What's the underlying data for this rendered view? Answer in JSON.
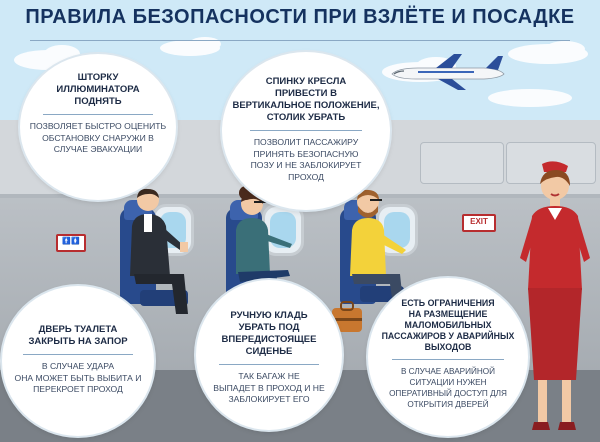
{
  "page": {
    "title": "ПРАВИЛА БЕЗОПАСНОСТИ ПРИ ВЗЛЁТЕ И ПОСАДКЕ",
    "colors": {
      "bg_sky": "#cfe9f7",
      "cabin": "#a9afb5",
      "floor": "#6f757c",
      "seat": "#284a8c",
      "accent_red": "#c42a2d",
      "title": "#15325f"
    }
  },
  "signs": {
    "exit": "EXIT",
    "toilet": "🚹🚺"
  },
  "bubbles": [
    {
      "id": "window-shade",
      "head": "ШТОРКУ\nИЛЛЮМИНАТОРА\nПОДНЯТЬ",
      "body": "ПОЗВОЛЯЕТ БЫСТРО ОЦЕНИТЬ\nОБСТАНОВКУ СНАРУЖИ В\nСЛУЧАЕ ЭВАКУАЦИИ"
    },
    {
      "id": "seat-back",
      "head": "СПИНКУ КРЕСЛА\nПРИВЕСТИ В\nВЕРТИКАЛЬНОЕ ПОЛОЖЕНИЕ,\nСТОЛИК УБРАТЬ",
      "body": "ПОЗВОЛИТ ПАССАЖИРУ\nПРИНЯТЬ БЕЗОПАСНУЮ\nПОЗУ И НЕ ЗАБЛОКИРУЕТ\nПРОХОД"
    },
    {
      "id": "toilet-door",
      "head": "ДВЕРЬ ТУАЛЕТА\nЗАКРЫТЬ НА ЗАПОР",
      "body": "В СЛУЧАЕ УДАРА\nОНА МОЖЕТ БЫТЬ ВЫБИТА И\nПЕРЕКРОЕТ ПРОХОД"
    },
    {
      "id": "hand-luggage",
      "head": "РУЧНУЮ КЛАДЬ\nУБРАТЬ ПОД\nВПЕРЕДИСТОЯЩЕЕ\nСИДЕНЬЕ",
      "body": "ТАК БАГАЖ НЕ\nВЫПАДЕТ В ПРОХОД И НЕ\nЗАБЛОКИРУЕТ ЕГО"
    },
    {
      "id": "exit-rows",
      "head": "ЕСТЬ ОГРАНИЧЕНИЯ\nНА РАЗМЕЩЕНИЕ\nМАЛОМОБИЛЬНЫХ\nПАССАЖИРОВ У АВАРИЙНЫХ\nВЫХОДОВ",
      "body": "В СЛУЧАЕ АВАРИЙНОЙ\nСИТУАЦИИ НУЖЕН\nОПЕРАТИВНЫЙ ДОСТУП ДЛЯ\nОТКРЫТИЯ ДВЕРЕЙ"
    }
  ]
}
